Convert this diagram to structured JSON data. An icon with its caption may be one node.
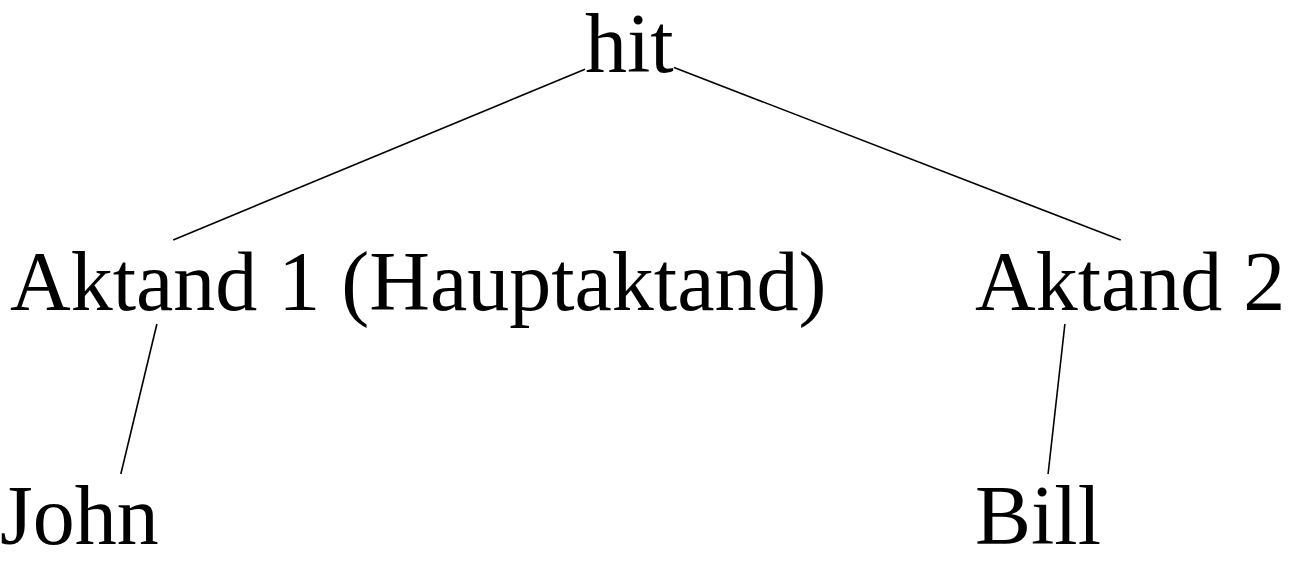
{
  "diagram": {
    "nodes": [
      {
        "text": [
          "hit"
        ]
      },
      {
        "text": [
          "Aktand 1 (Hauptaktand)"
        ]
      },
      {
        "text": [
          "Aktand 2"
        ]
      },
      {
        "text": [
          "John"
        ]
      },
      {
        "text": [
          "Bill"
        ]
      }
    ],
    "edges": [
      {
        "from": 0,
        "to": 1,
        "arrow": "none"
      },
      {
        "from": 0,
        "to": 2,
        "arrow": "none"
      },
      {
        "from": 1,
        "to": 3,
        "arrow": "none"
      },
      {
        "from": 2,
        "to": 4,
        "arrow": "none"
      }
    ]
  }
}
